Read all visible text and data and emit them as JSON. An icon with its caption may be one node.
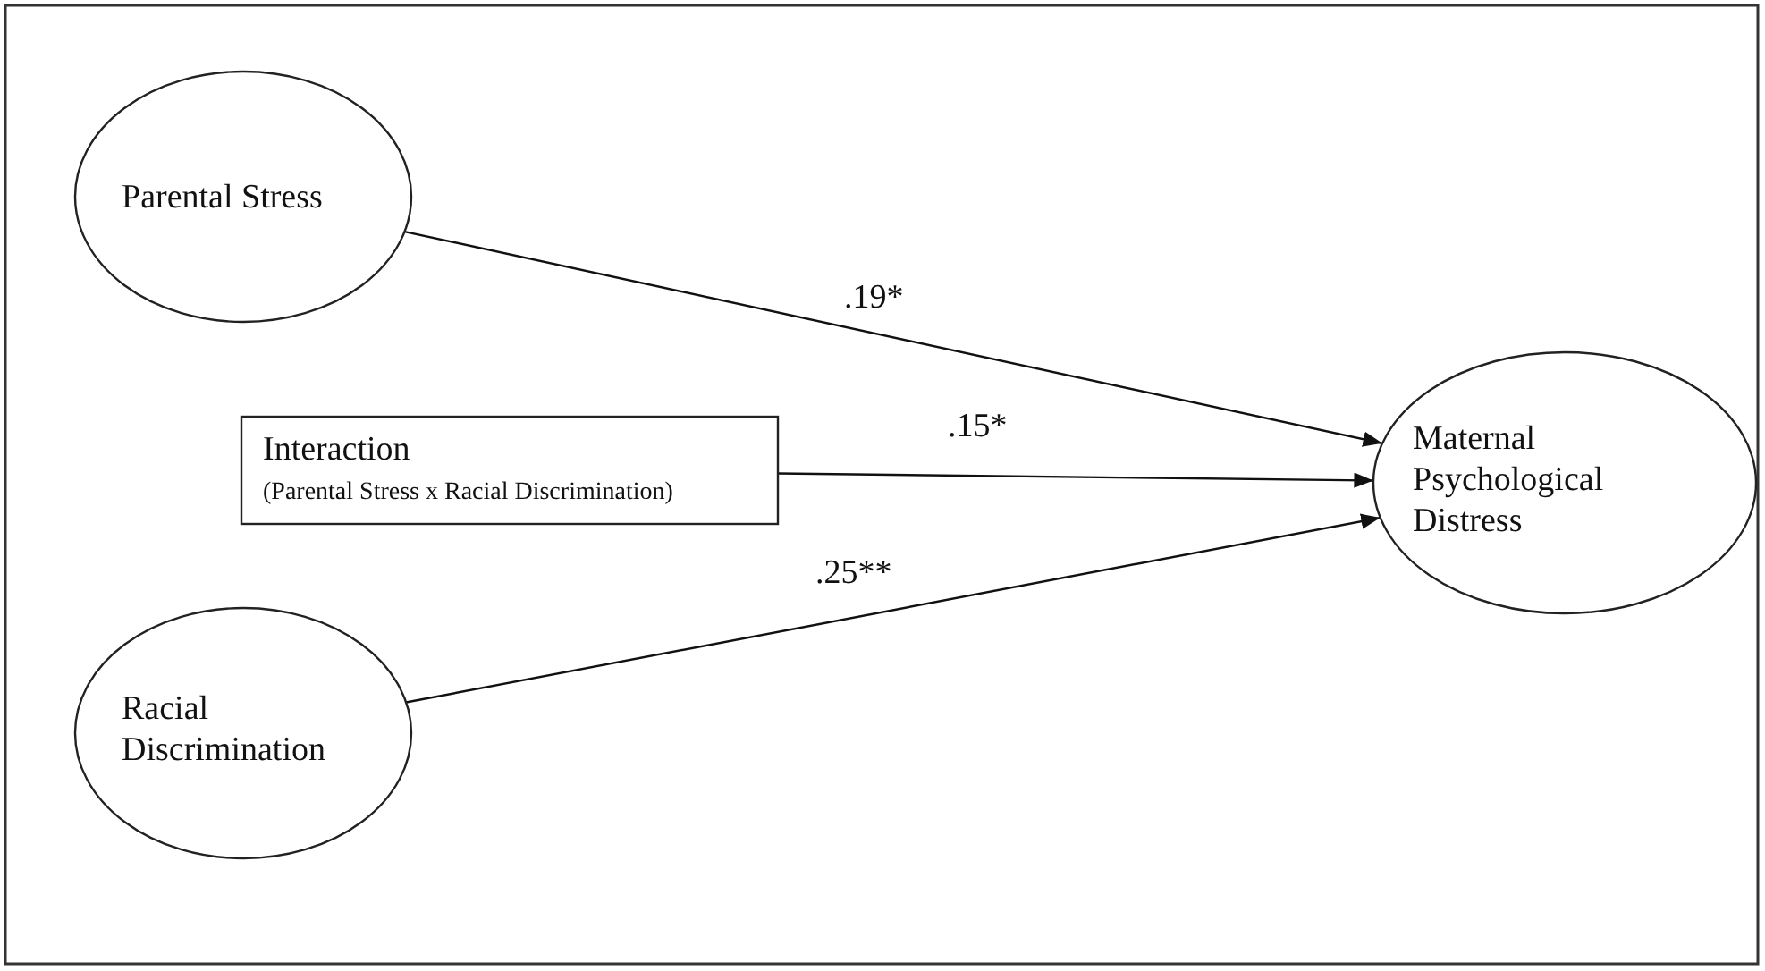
{
  "diagram": {
    "nodes": [
      {
        "text": [
          "Parental Stress"
        ]
      },
      {
        "text": [
          "Interaction",
          "(Parental Stress x Racial Discrimination)"
        ]
      },
      {
        "text": [
          "Racial Discrimination"
        ]
      },
      {
        "text": [
          "Maternal Psychological Distress"
        ]
      }
    ],
    "edges": [
      {
        "from": 0,
        "to": 3,
        "arrow": "to",
        "label": ".19*"
      },
      {
        "from": 1,
        "to": 3,
        "arrow": "to",
        "label": ".15*"
      },
      {
        "from": 2,
        "to": 3,
        "arrow": "to",
        "label": ".25**"
      }
    ]
  }
}
